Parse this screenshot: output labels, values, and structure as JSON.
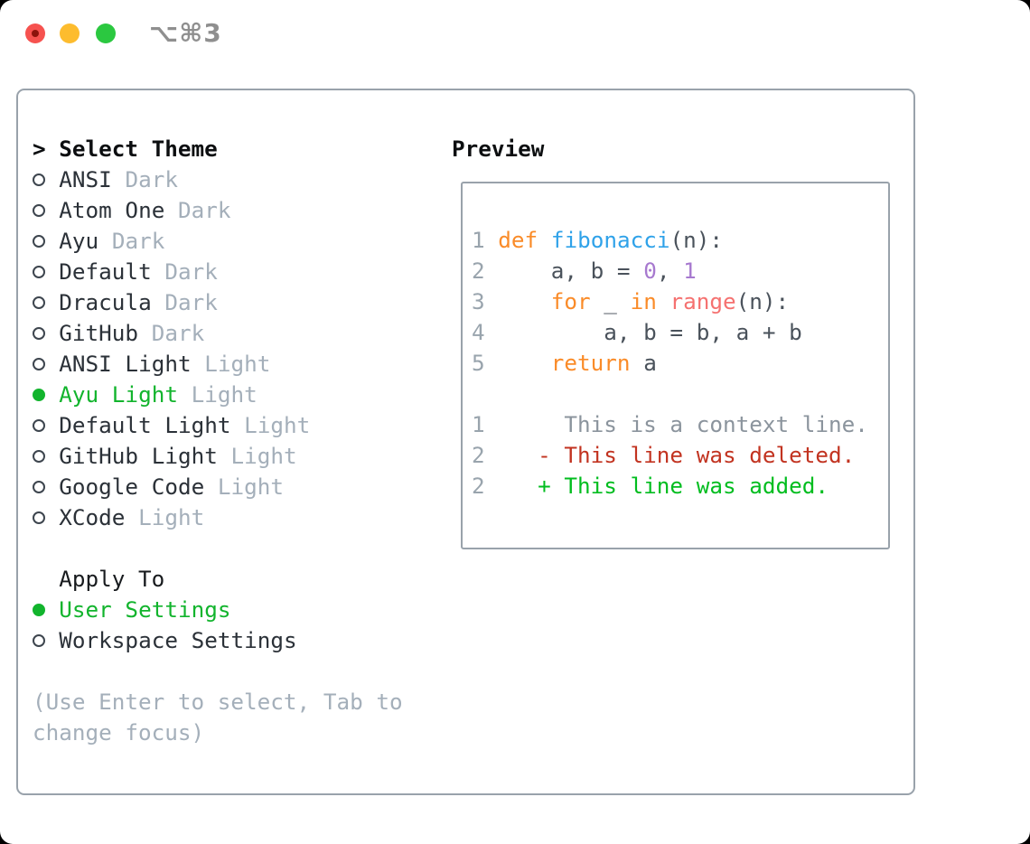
{
  "window": {
    "title": "⌥⌘3"
  },
  "titlebar": {
    "buttons": [
      "close",
      "minimize",
      "zoom"
    ]
  },
  "sidebar": {
    "header": {
      "prompt": "> ",
      "label": "Select Theme"
    },
    "themes": [
      {
        "name": "ANSI",
        "variant": "Dark",
        "selected": false
      },
      {
        "name": "Atom One",
        "variant": "Dark",
        "selected": false
      },
      {
        "name": "Ayu",
        "variant": "Dark",
        "selected": false
      },
      {
        "name": "Default",
        "variant": "Dark",
        "selected": false
      },
      {
        "name": "Dracula",
        "variant": "Dark",
        "selected": false
      },
      {
        "name": "GitHub",
        "variant": "Dark",
        "selected": false
      },
      {
        "name": "ANSI Light",
        "variant": "Light",
        "selected": false
      },
      {
        "name": "Ayu Light",
        "variant": "Light",
        "selected": true
      },
      {
        "name": "Default Light",
        "variant": "Light",
        "selected": false
      },
      {
        "name": "GitHub Light",
        "variant": "Light",
        "selected": false
      },
      {
        "name": "Google Code",
        "variant": "Light",
        "selected": false
      },
      {
        "name": "XCode",
        "variant": "Light",
        "selected": false
      }
    ],
    "apply_to": {
      "header": "Apply To",
      "options": [
        {
          "name": "User Settings",
          "selected": true
        },
        {
          "name": "Workspace Settings",
          "selected": false
        }
      ]
    },
    "hint_lines": [
      "(Use Enter to select, Tab to",
      "change focus)"
    ]
  },
  "preview": {
    "header": "Preview",
    "code_lines": [
      [
        {
          "c": "lineno",
          "t": "1"
        },
        {
          "c": "plain",
          "t": " "
        },
        {
          "c": "kw",
          "t": "def"
        },
        {
          "c": "plain",
          "t": " "
        },
        {
          "c": "fn",
          "t": "fibonacci"
        },
        {
          "c": "plain",
          "t": "(n):"
        }
      ],
      [
        {
          "c": "lineno",
          "t": "2"
        },
        {
          "c": "plain",
          "t": "     a, b = "
        },
        {
          "c": "num",
          "t": "0"
        },
        {
          "c": "plain",
          "t": ", "
        },
        {
          "c": "num",
          "t": "1"
        }
      ],
      [
        {
          "c": "lineno",
          "t": "3"
        },
        {
          "c": "plain",
          "t": "     "
        },
        {
          "c": "kw",
          "t": "for"
        },
        {
          "c": "plain",
          "t": " _ "
        },
        {
          "c": "kw",
          "t": "in"
        },
        {
          "c": "plain",
          "t": " "
        },
        {
          "c": "call",
          "t": "range"
        },
        {
          "c": "plain",
          "t": "(n):"
        }
      ],
      [
        {
          "c": "lineno",
          "t": "4"
        },
        {
          "c": "plain",
          "t": "         a, b = b, a + b"
        }
      ],
      [
        {
          "c": "lineno",
          "t": "5"
        },
        {
          "c": "plain",
          "t": "     "
        },
        {
          "c": "kw",
          "t": "return"
        },
        {
          "c": "plain",
          "t": " a"
        }
      ],
      [],
      [
        {
          "c": "lineno",
          "t": "1"
        },
        {
          "c": "ctx",
          "t": "      This is a context line."
        }
      ],
      [
        {
          "c": "lineno",
          "t": "2"
        },
        {
          "c": "del",
          "t": "    - This line was deleted."
        }
      ],
      [
        {
          "c": "lineno",
          "t": "2"
        },
        {
          "c": "add",
          "t": "    + This line was added."
        }
      ]
    ]
  },
  "colors": {
    "accent_green": "#12b42d",
    "diff_added": "#01bd1f",
    "diff_deleted": "#c23320",
    "keyword_orange": "#fa8b28",
    "function_blue": "#2fa2e9",
    "number_purple": "#a779cf",
    "call_coral": "#f57170",
    "code_plain": "#4a525b",
    "line_number": "#99a4ad",
    "context_gray": "#8b949d",
    "muted_gray": "#a4afba",
    "text_dark": "#2b3138",
    "heading_black": "#0c0e10",
    "apply_heading": "#181b1e",
    "radio_ring": "#3d454e",
    "border_gray": "#99a2ab",
    "titlebar_text": "#8f8f8f",
    "traffic_red": "#f6524f",
    "traffic_red_dot": "#8c130c",
    "traffic_yellow": "#fdbc2e",
    "traffic_green": "#2bc840"
  }
}
